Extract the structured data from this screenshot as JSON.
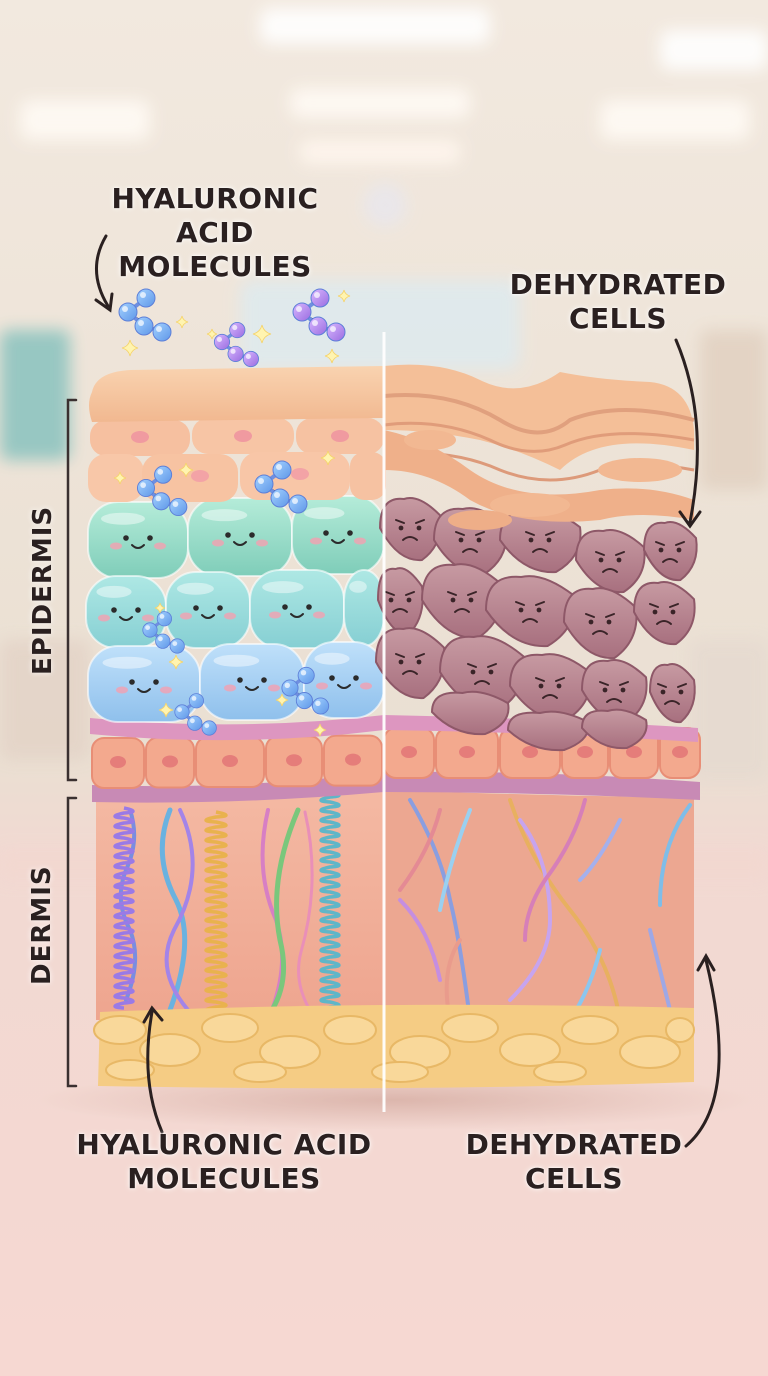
{
  "labels": {
    "top_left": [
      "HYALURONIC ACID",
      "MOLECULES"
    ],
    "top_right": [
      "DEHYDRATED",
      "CELLS"
    ],
    "bottom_left": [
      "HYALURONIC ACID",
      "MOLECULES"
    ],
    "bottom_right": [
      "DEHYDRATED",
      "CELLS"
    ],
    "epidermis": "EPIDERMIS",
    "dermis": "DERMIS"
  },
  "colors": {
    "background_top": "#efe4d6",
    "background_floor": "#f4d6cf",
    "hydrated_cell_green": "#8fd8c4",
    "hydrated_cell_blue": "#9cc8ee",
    "dehydrated_cell": "#b98491",
    "skin_surface": "#f7c8a3",
    "dermis": "#f2b09a",
    "fat_layer": "#f6cf86",
    "basement_membrane": "#c98ab8",
    "molecule": "#7cb2f0"
  },
  "icons": {
    "molecule": "hyaluronic-acid-molecule-icon",
    "sparkle": "sparkle-icon",
    "happy_face": "happy-face-icon",
    "sad_face": "sad-face-icon",
    "arrow": "curved-arrow-icon"
  }
}
